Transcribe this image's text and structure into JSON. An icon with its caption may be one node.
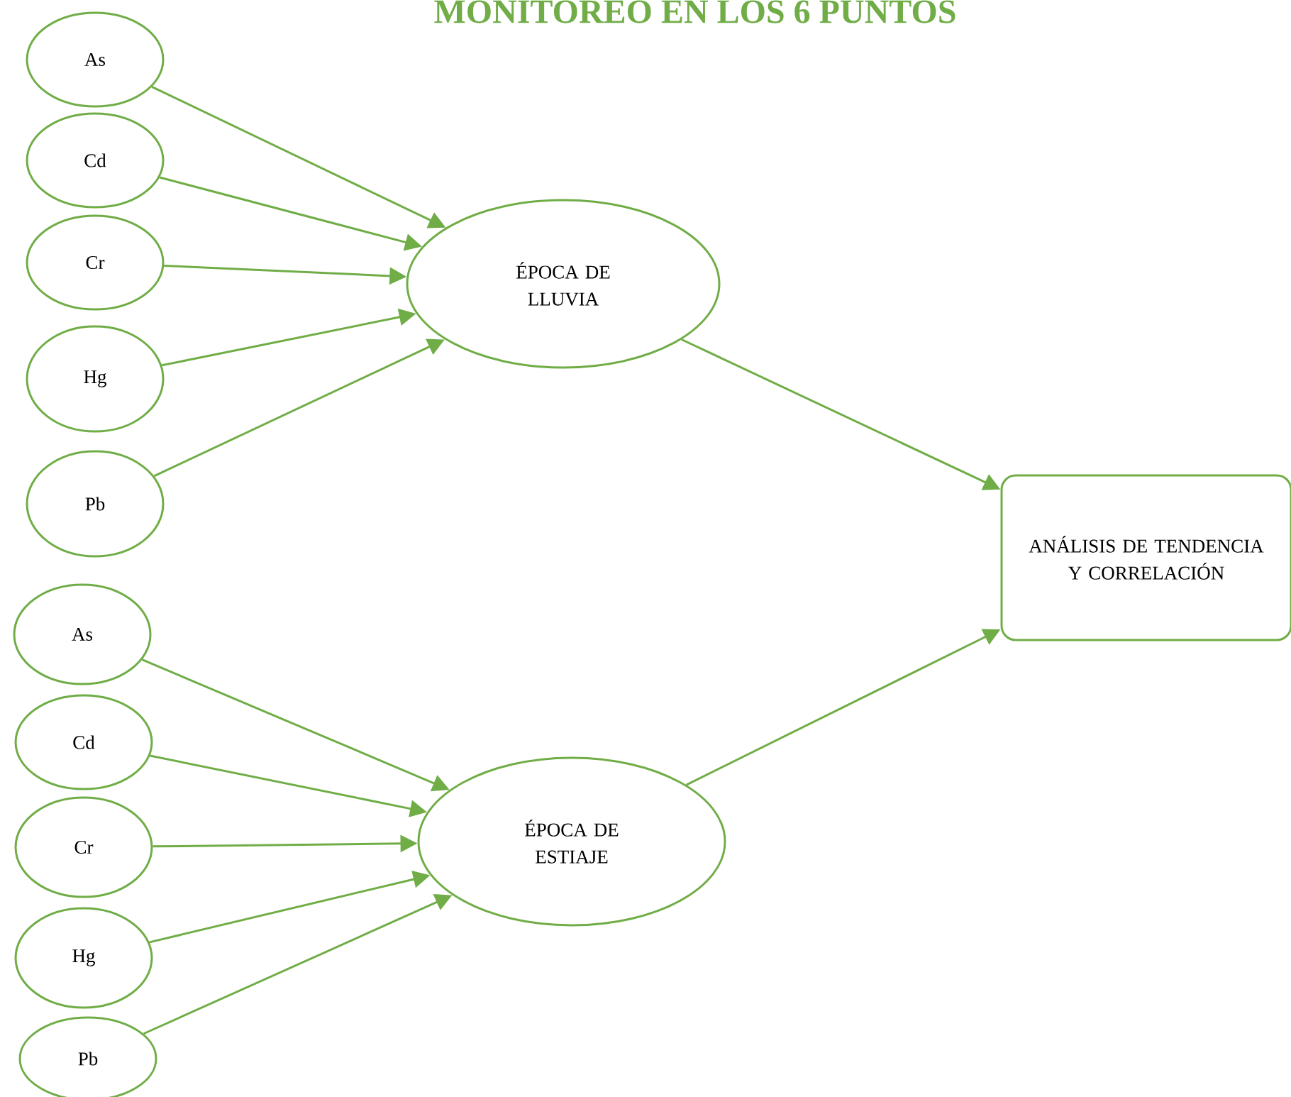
{
  "diagram": {
    "title": "MONITOREO EN LOS 6 PUNTOS",
    "nodes": [
      {
        "text": [
          "As"
        ]
      },
      {
        "text": [
          "Cd"
        ]
      },
      {
        "text": [
          "Cr"
        ]
      },
      {
        "text": [
          "Hg"
        ]
      },
      {
        "text": [
          "Pb"
        ]
      },
      {
        "text": [
          "ÉPOCA DE LLUVIA"
        ]
      },
      {
        "text": [
          "As"
        ]
      },
      {
        "text": [
          "Cd"
        ]
      },
      {
        "text": [
          "Cr"
        ]
      },
      {
        "text": [
          "Hg"
        ]
      },
      {
        "text": [
          "Pb"
        ]
      },
      {
        "text": [
          "ÉPOCA DE ESTIAJE"
        ]
      },
      {
        "text": [
          "ANÁLISIS DE TENDENCIA Y CORRELACIÓN"
        ]
      }
    ],
    "edges": [
      {
        "from": 0,
        "to": 5,
        "arrow": "to"
      },
      {
        "from": 1,
        "to": 5,
        "arrow": "to"
      },
      {
        "from": 2,
        "to": 5,
        "arrow": "to"
      },
      {
        "from": 3,
        "to": 5,
        "arrow": "to"
      },
      {
        "from": 4,
        "to": 5,
        "arrow": "to"
      },
      {
        "from": 6,
        "to": 11,
        "arrow": "to"
      },
      {
        "from": 7,
        "to": 11,
        "arrow": "to"
      },
      {
        "from": 8,
        "to": 11,
        "arrow": "to"
      },
      {
        "from": 9,
        "to": 11,
        "arrow": "to"
      },
      {
        "from": 10,
        "to": 11,
        "arrow": "to"
      },
      {
        "from": 5,
        "to": 12,
        "arrow": "to"
      },
      {
        "from": 11,
        "to": 12,
        "arrow": "to"
      }
    ]
  }
}
